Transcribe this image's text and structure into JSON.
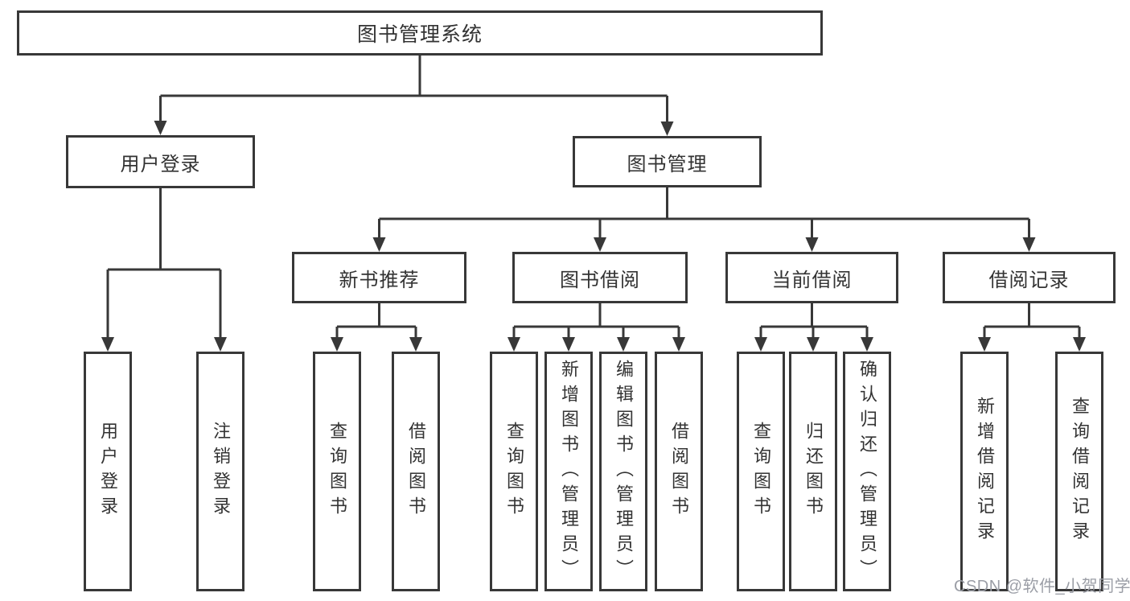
{
  "diagram": {
    "root": {
      "label": "图书管理系统"
    },
    "branches": [
      {
        "label": "用户登录",
        "children": [
          {
            "label": "用户登录"
          },
          {
            "label": "注销登录"
          }
        ]
      },
      {
        "label": "图书管理",
        "children": [
          {
            "label": "新书推荐",
            "children": [
              {
                "label": "查询图书"
              },
              {
                "label": "借阅图书"
              }
            ]
          },
          {
            "label": "图书借阅",
            "children": [
              {
                "label": "查询图书"
              },
              {
                "label": "新增图书（管理员）"
              },
              {
                "label": "编辑图书（管理员）"
              },
              {
                "label": "借阅图书"
              }
            ]
          },
          {
            "label": "当前借阅",
            "children": [
              {
                "label": "查询图书"
              },
              {
                "label": "归还图书"
              },
              {
                "label": "确认归还（管理员）"
              }
            ]
          },
          {
            "label": "借阅记录",
            "children": [
              {
                "label": "新增借阅记录"
              },
              {
                "label": "查询借阅记录"
              }
            ]
          }
        ]
      }
    ]
  },
  "watermark": {
    "text": "CSDN @软件_小贺同学"
  },
  "colors": {
    "line": "#383838",
    "text": "#333333",
    "watermark": "#9b9ea6",
    "background": "#ffffff"
  }
}
